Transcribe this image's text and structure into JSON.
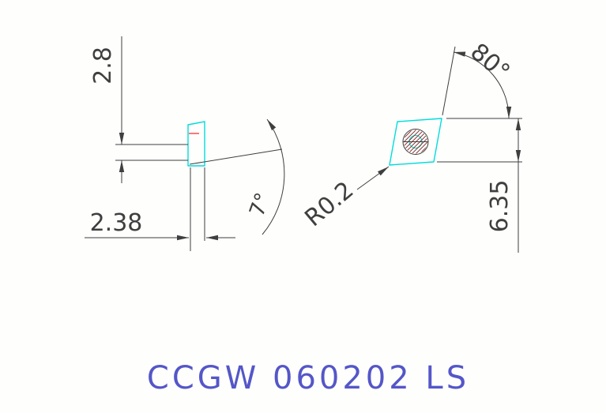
{
  "page": {
    "background": "#fefefc"
  },
  "title_block": {
    "part_number": "CCGW 060202 LS"
  },
  "side_view": {
    "dim_height": "2.8",
    "dim_thickness": "2.38",
    "dim_clearance_angle": "7°"
  },
  "top_view": {
    "dim_corner_angle": "80°",
    "dim_corner_radius": "R0.2",
    "dim_size": "6.35"
  },
  "colors": {
    "insert_outline": "#00dcdc",
    "dimension_lines": "#3f3f3f",
    "hatch": "#7a1f1f",
    "edge_highlight": "#ff2020",
    "title_text": "#5456c8"
  }
}
